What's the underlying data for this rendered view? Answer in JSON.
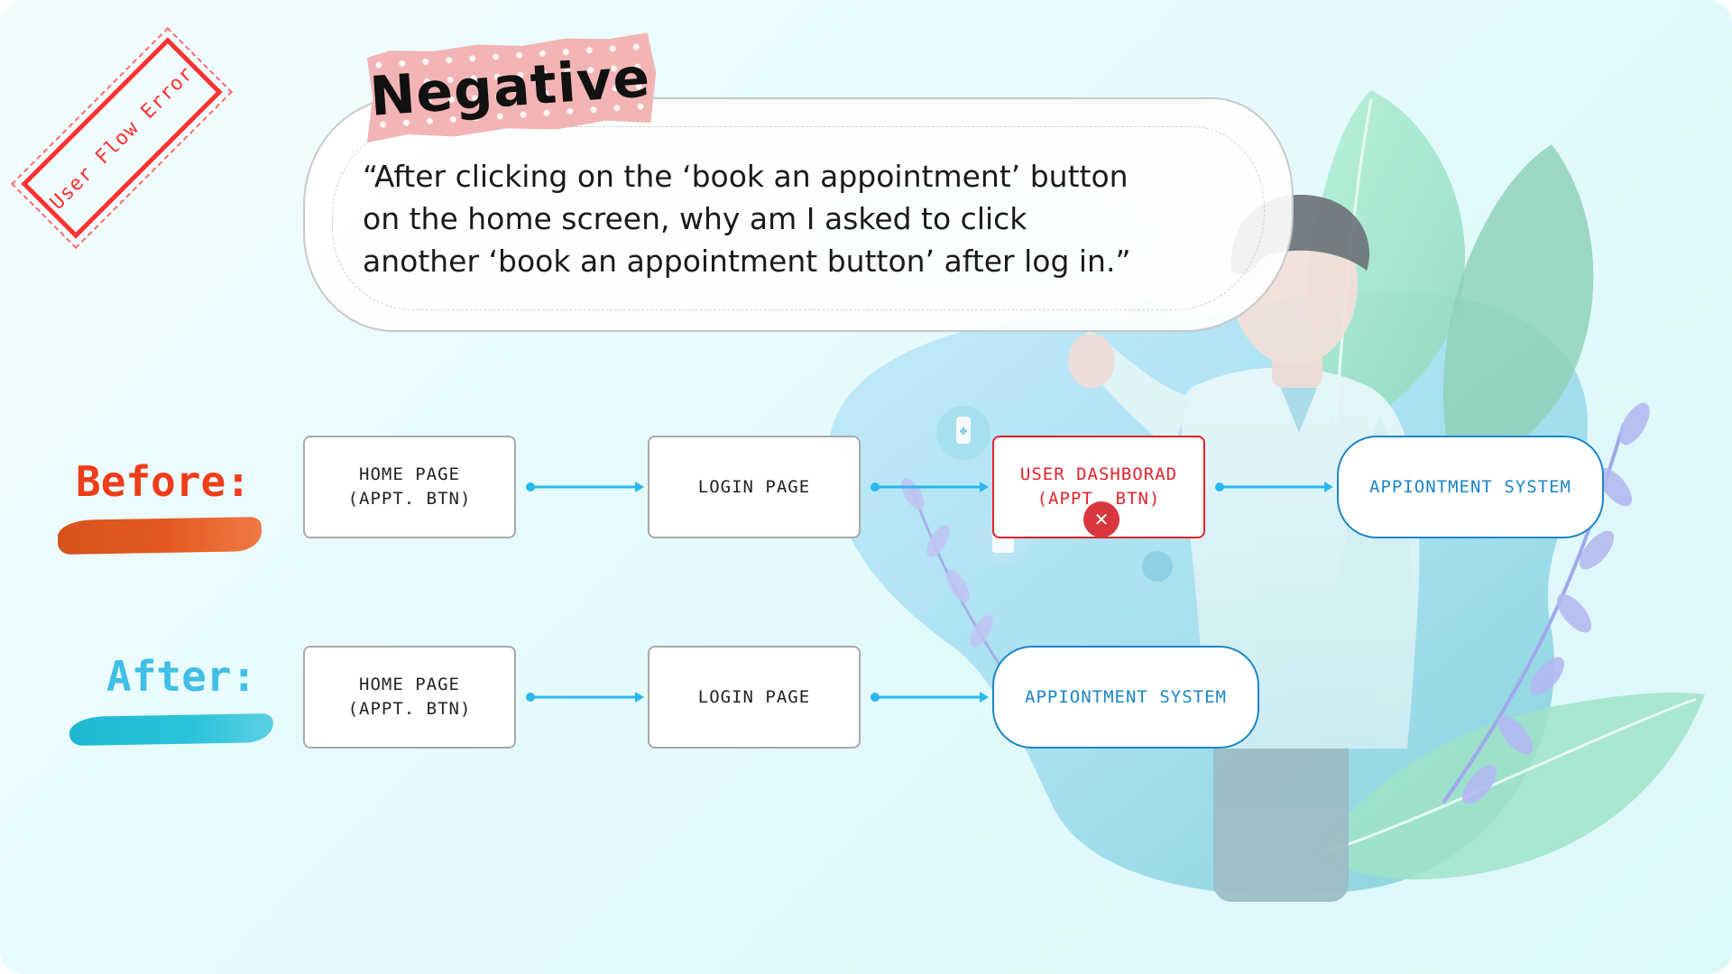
{
  "stamp": {
    "text": "User Flow Error",
    "color": "#ff3030"
  },
  "tag": {
    "text": "Negative",
    "background": "#f2b4b4"
  },
  "quote": {
    "lines": [
      "“After clicking on the ‘book an appointment’ button",
      "on the home screen, why am I asked to click",
      "another ‘book an appointment button’ after log in.”"
    ]
  },
  "before": {
    "label": "Before:",
    "color": "#ef3d1a",
    "nodes": [
      {
        "lines": [
          "HOME PAGE",
          "(APPT. BTN)"
        ],
        "style": "default"
      },
      {
        "lines": [
          "LOGIN PAGE"
        ],
        "style": "default"
      },
      {
        "lines": [
          "USER DASHBORAD",
          "(APPT. BTN)"
        ],
        "style": "error"
      },
      {
        "lines": [
          "APPIONTMENT SYSTEM"
        ],
        "style": "pill"
      }
    ],
    "error_icon": "close-icon"
  },
  "after": {
    "label": "After:",
    "color": "#3fbfe6",
    "nodes": [
      {
        "lines": [
          "HOME PAGE",
          "(APPT. BTN)"
        ],
        "style": "default"
      },
      {
        "lines": [
          "LOGIN PAGE"
        ],
        "style": "default"
      },
      {
        "lines": [
          "APPIONTMENT SYSTEM"
        ],
        "style": "pill"
      }
    ]
  },
  "colors": {
    "arrow": "#29b8ee",
    "error": "#e4232a",
    "pill": "#1b86c7",
    "node_border": "#a9a9a9"
  },
  "illustration": {
    "icon": "doctor-illustration"
  }
}
